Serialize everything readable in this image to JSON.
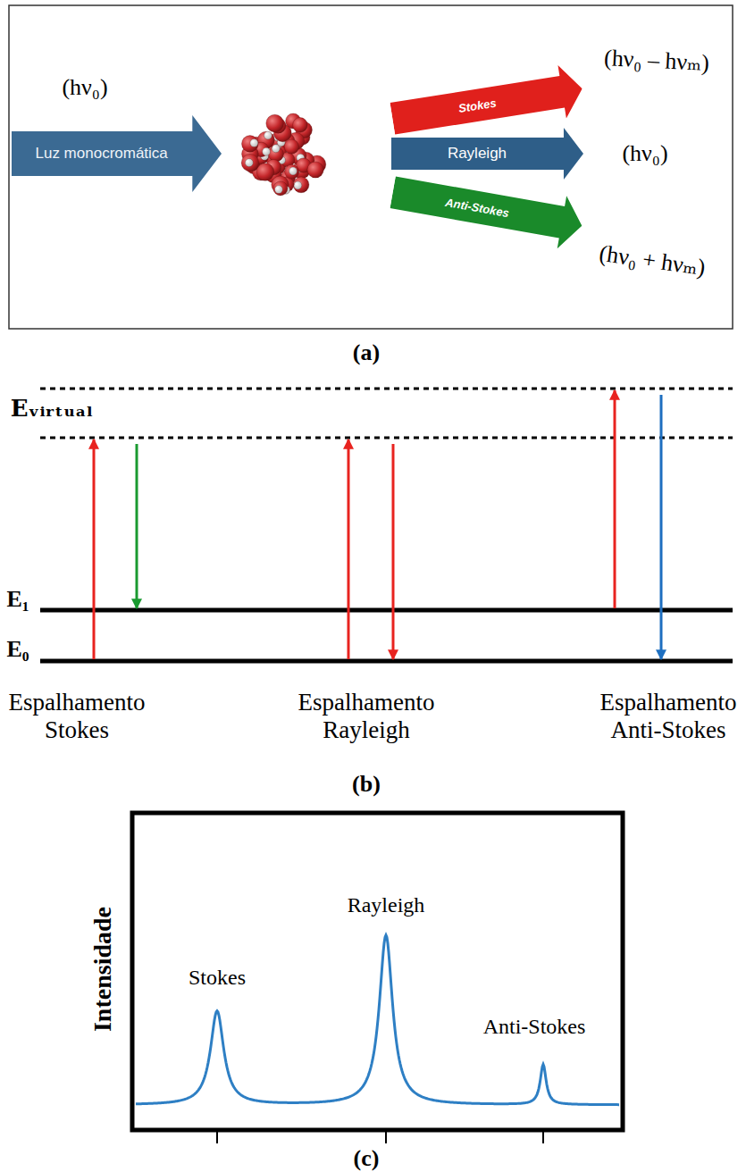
{
  "diagram": {
    "nodes": [
      {
        "text": [
          "Luz monocromática"
        ]
      },
      {
        "text": [
          "Stokes"
        ]
      },
      {
        "text": [
          "Rayleigh"
        ]
      },
      {
        "text": [
          "Anti-Stokes"
        ]
      }
    ],
    "labels": [
      "(hν₀)",
      "(hν₀ – hνₘ)",
      "(hν₀)",
      "(hν₀ + hνₘ)",
      "(a)",
      "Eᵥᵢᵣₜᵤₐₗ",
      "E₁",
      "E₀",
      "Espalhamento Stokes",
      "Espalhamento Rayleigh",
      "Espalhamento Anti-Stokes",
      "(b)",
      "Intensidade",
      "Stokes",
      "Rayleigh",
      "Anti-Stokes",
      "(c)"
    ]
  }
}
